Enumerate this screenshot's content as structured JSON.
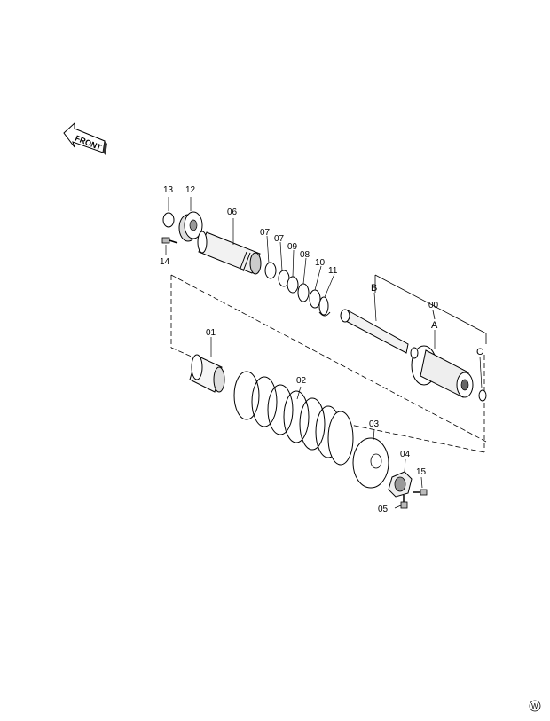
{
  "front_arrow": {
    "label": "FRONT",
    "icon": "front-arrow-icon"
  },
  "parts": [
    {
      "id": "p13",
      "label": "13"
    },
    {
      "id": "p12",
      "label": "12"
    },
    {
      "id": "p14",
      "label": "14"
    },
    {
      "id": "p06",
      "label": "06"
    },
    {
      "id": "p07a",
      "label": "07"
    },
    {
      "id": "p07b",
      "label": "07"
    },
    {
      "id": "p09",
      "label": "09"
    },
    {
      "id": "p08",
      "label": "08"
    },
    {
      "id": "p10",
      "label": "10"
    },
    {
      "id": "p11",
      "label": "11"
    },
    {
      "id": "p01",
      "label": "01"
    },
    {
      "id": "p02",
      "label": "02"
    },
    {
      "id": "p03",
      "label": "03"
    },
    {
      "id": "p04",
      "label": "04"
    },
    {
      "id": "p15",
      "label": "15"
    },
    {
      "id": "p05",
      "label": "05"
    },
    {
      "id": "p00",
      "label": "00"
    }
  ],
  "callouts": {
    "a": "A",
    "b": "B",
    "c": "C"
  },
  "watermark": "W"
}
